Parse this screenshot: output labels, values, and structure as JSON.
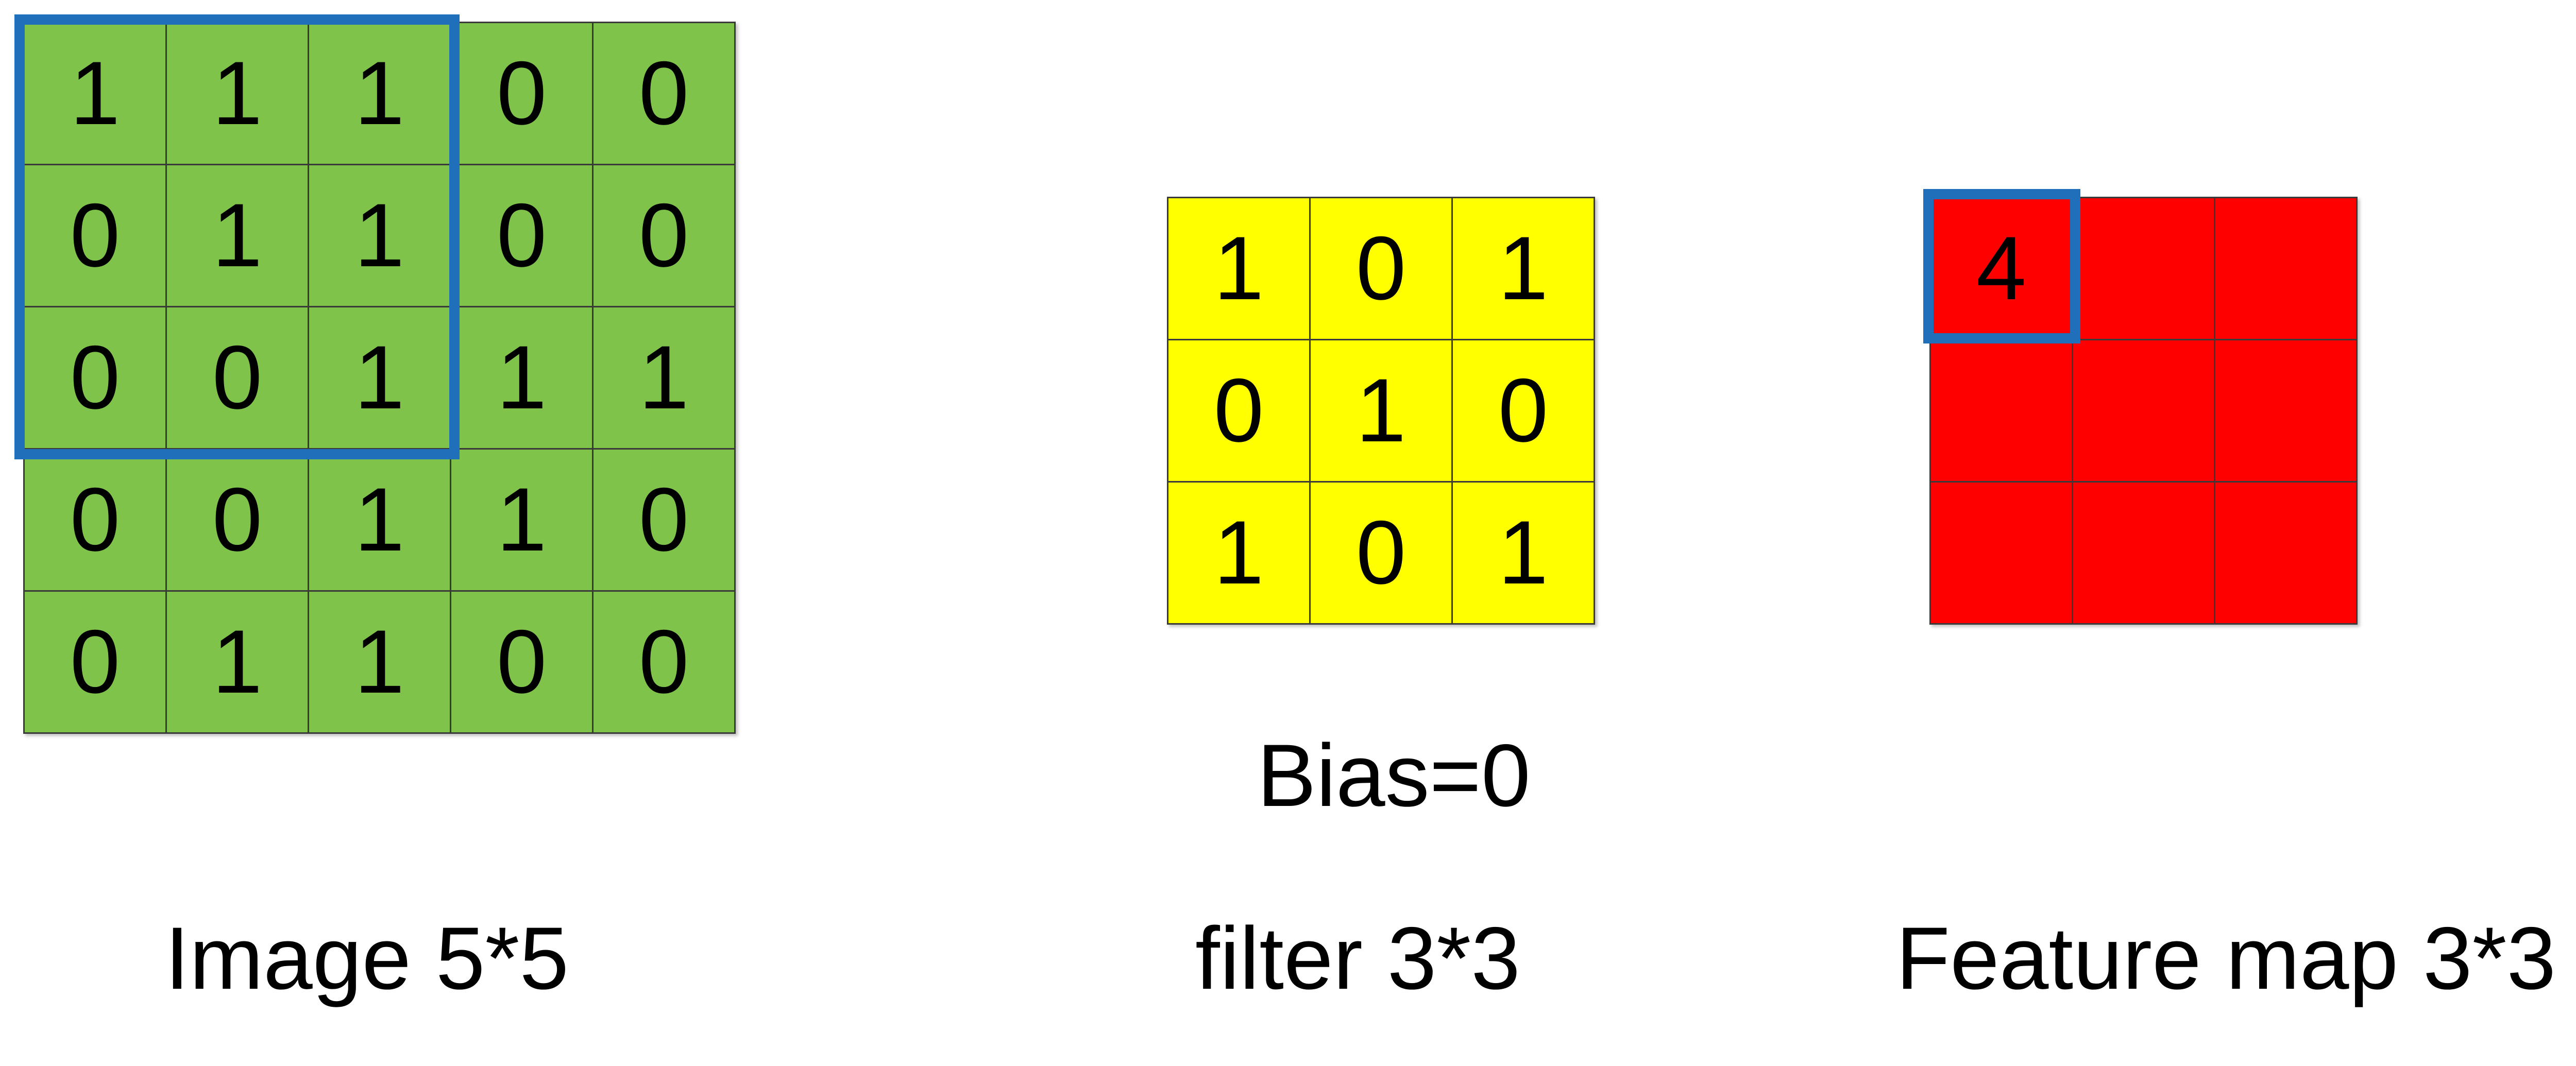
{
  "colors": {
    "image": "#7fc34b",
    "filter": "#ffff00",
    "feature": "#ff0000",
    "highlight": "#1f6fba"
  },
  "image": {
    "rows": [
      [
        "1",
        "1",
        "1",
        "0",
        "0"
      ],
      [
        "0",
        "1",
        "1",
        "0",
        "0"
      ],
      [
        "0",
        "0",
        "1",
        "1",
        "1"
      ],
      [
        "0",
        "0",
        "1",
        "1",
        "0"
      ],
      [
        "0",
        "1",
        "1",
        "0",
        "0"
      ]
    ],
    "caption": "Image 5*5"
  },
  "filter": {
    "rows": [
      [
        "1",
        "0",
        "1"
      ],
      [
        "0",
        "1",
        "0"
      ],
      [
        "1",
        "0",
        "1"
      ]
    ],
    "caption": "filter 3*3",
    "bias_label": "Bias=0"
  },
  "feature_map": {
    "rows": [
      [
        "4",
        "",
        ""
      ],
      [
        "",
        "",
        ""
      ],
      [
        "",
        "",
        ""
      ]
    ],
    "caption": "Feature map 3*3"
  }
}
